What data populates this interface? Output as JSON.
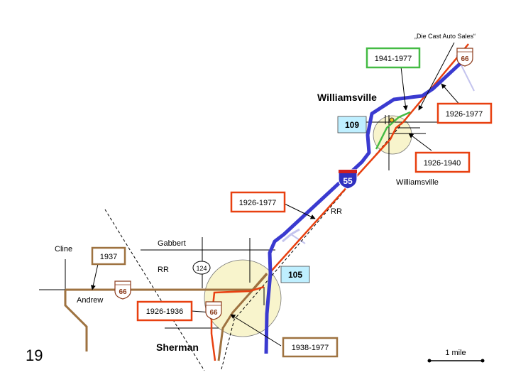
{
  "slide_number": "19",
  "towns": {
    "williamsville_big": "Williamsville",
    "williamsville_small": "Williamsville",
    "sherman": "Sherman",
    "cline": "Cline",
    "andrew": "Andrew",
    "gabbert": "Gabbert"
  },
  "railroad_labels": {
    "rr_north": "RR",
    "rr_south": "RR"
  },
  "poi": {
    "die_cast": "„Die Cast Auto Sales“"
  },
  "highways": {
    "interstate": "55",
    "us_route": "66",
    "state_109": "109",
    "state_105": "105",
    "county_124": "124"
  },
  "route_boxes": {
    "green_1941_1977": "1941-1977",
    "red_ne_1926_1977": "1926-1977",
    "red_1926_1940": "1926-1940",
    "red_mid_1926_1977": "1926-1977",
    "brown_1937": "1937",
    "red_1926_1936": "1926-1936",
    "brown_1938_1977": "1938-1977"
  },
  "scale_bar": {
    "label": "1 mile"
  },
  "colors": {
    "interstate_blue": "#3a3ad0",
    "route_red": "#e84010",
    "route_green": "#44bb44",
    "route_brown": "#9e7240",
    "town_fill": "#f8f4cc",
    "state_box_fill": "#bfefff",
    "water_line": "#c4c4ee"
  }
}
